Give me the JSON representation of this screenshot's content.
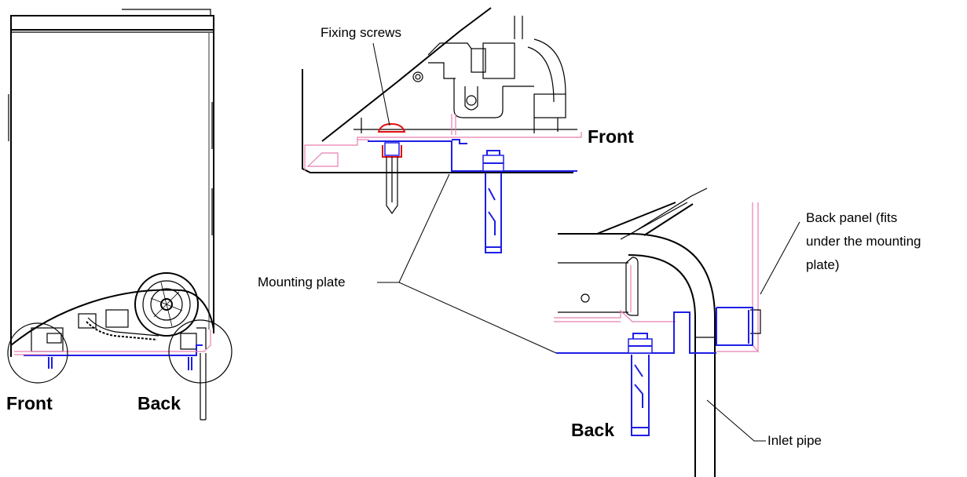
{
  "labels": {
    "fixing_screws": "Fixing screws",
    "front_top": "Front",
    "mounting_plate": "Mounting plate",
    "back_panel_line1": "Back panel (fits",
    "back_panel_line2": "under the mounting",
    "back_panel_line3": "plate)",
    "front_left": "Front",
    "back_left": "Back",
    "back_detail": "Back",
    "inlet_pipe": "Inlet pipe"
  },
  "colors": {
    "outline": "#000000",
    "mounting_plate": "#1e1ee6",
    "back_panel": "#e87fb0",
    "fixing_screw_highlight": "#e01010"
  }
}
